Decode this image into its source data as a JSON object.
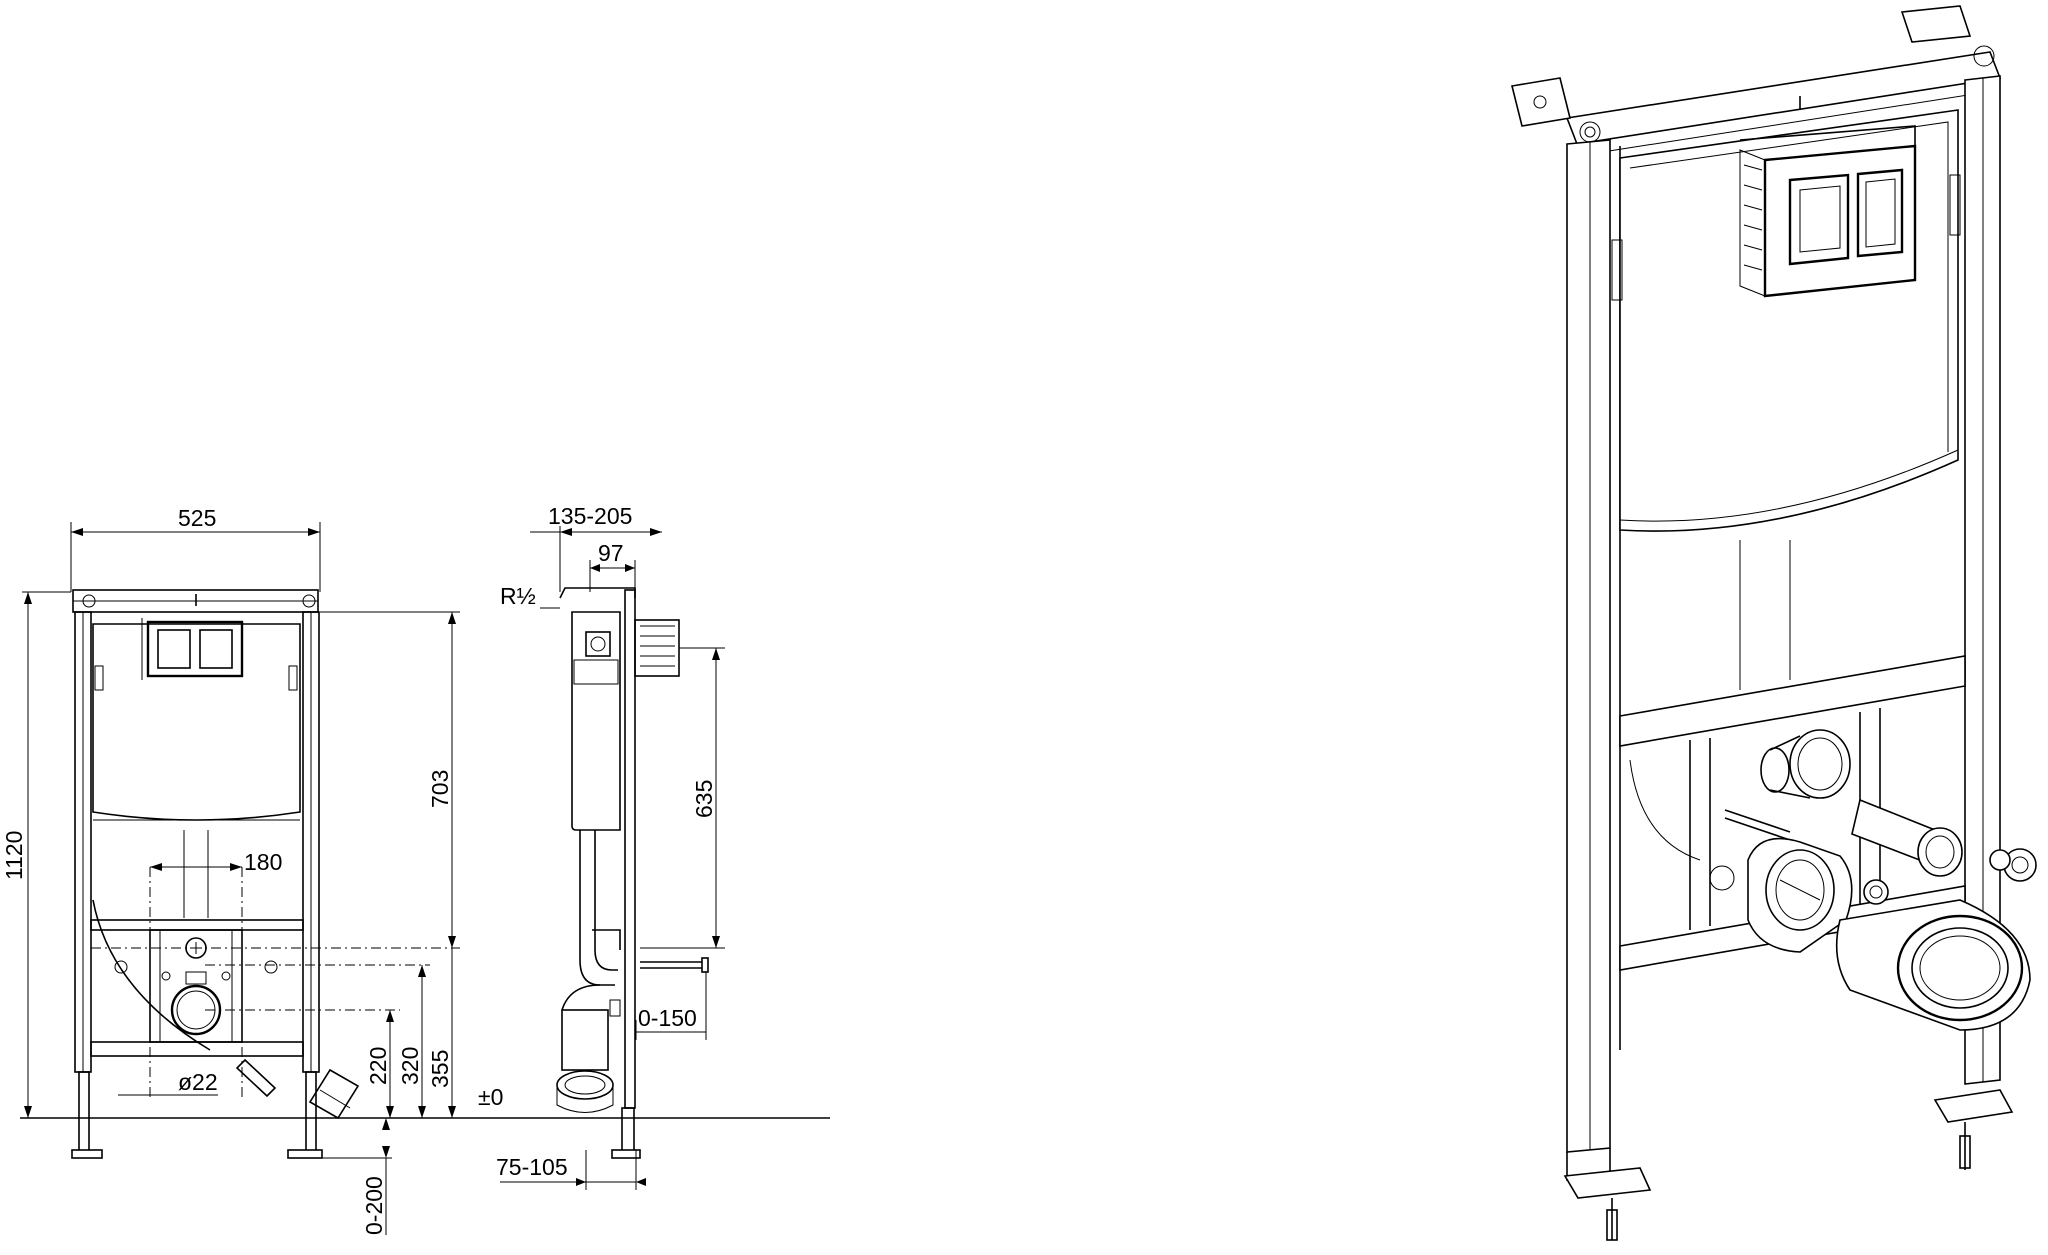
{
  "front_view": {
    "width_label": "525",
    "height_label": "1120",
    "cistern_height_label": "703",
    "bolt_spacing_label": "180",
    "pipe_label": "ø22",
    "level_label_355": "355",
    "level_label_320": "320",
    "level_label_220": "220",
    "adjust_label": "0-200",
    "zero_label": "±0"
  },
  "side_view": {
    "depth_label": "135-205",
    "depth_small_label": "97",
    "thread_label": "R½",
    "cistern_label": "635",
    "offset_label": "0-150",
    "bottom_label": "75-105"
  },
  "iso_view": {}
}
